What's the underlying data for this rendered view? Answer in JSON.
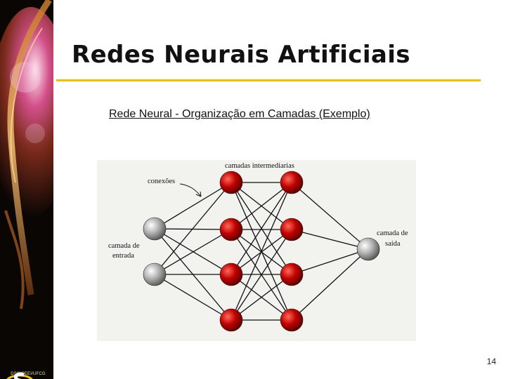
{
  "slide": {
    "title": "Redes Neurais Artificiais",
    "subtitle": "Rede Neural - Organização em Camadas (Exemplo)",
    "page_number": "14",
    "accent_color": "#f2c200"
  },
  "footer": {
    "logo_text": "DSC/CEEI/UFCG",
    "logo_icon": "dsc-logo-icon"
  },
  "diagram": {
    "labels": {
      "hidden_layers": "camadas   intermediarias",
      "connections": "conexões",
      "input_layer_line1": "camada de",
      "input_layer_line2": "entrada",
      "output_layer_line1": "camada de",
      "output_layer_line2": "saída"
    },
    "layers": [
      {
        "name": "input",
        "node_count": 2,
        "node_color": "gray"
      },
      {
        "name": "hidden-1",
        "node_count": 4,
        "node_color": "red"
      },
      {
        "name": "hidden-2",
        "node_count": 4,
        "node_color": "red"
      },
      {
        "name": "output",
        "node_count": 1,
        "node_color": "gray"
      }
    ],
    "connectivity": "fully-connected"
  }
}
